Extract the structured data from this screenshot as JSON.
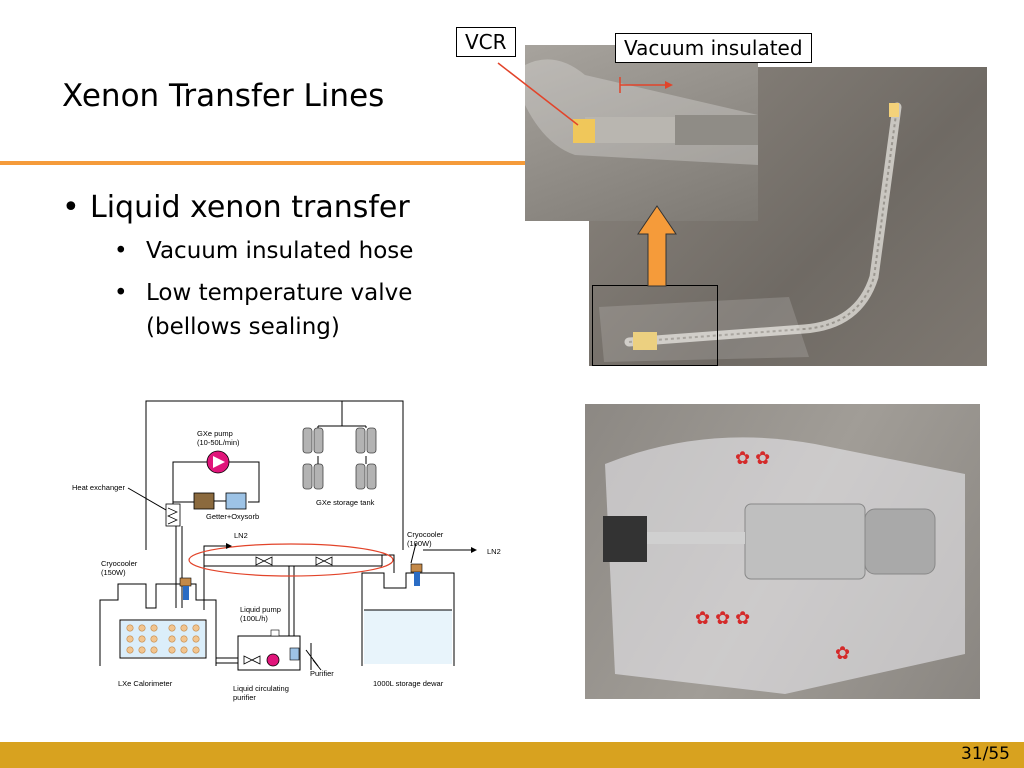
{
  "slide": {
    "title": "Xenon Transfer Lines",
    "page": "31/55"
  },
  "bullets": {
    "main": "Liquid xenon transfer",
    "sub": [
      "Vacuum insulated hose",
      "Low temperature valve",
      "(bellows sealing)"
    ],
    "marker": "•"
  },
  "callouts": {
    "vcr": "VCR",
    "vacuum": "Vacuum insulated"
  },
  "diagram": {
    "gxe_pump": "GXe pump",
    "gxe_pump_rate": "(10-50L/min)",
    "heat_exchanger": "Heat exchanger",
    "getter": "Getter+Oxysorb",
    "gxe_tank": "GXe storage tank",
    "cryo_left": "Cryocooler",
    "cryo_left_power": "(150W)",
    "cryo_right": "Cryocooler",
    "cryo_right_power": "(100W)",
    "ln2_left": "LN2",
    "ln2_right": "LN2",
    "liquid_pump": "Liquid pump",
    "liquid_pump_rate": "(100L/h)",
    "purifier": "Purifier",
    "calorimeter": "LXe Calorimeter",
    "circulating_1": "Liquid circulating",
    "circulating_2": "purifier",
    "dewar": "1000L storage dewar"
  },
  "colors": {
    "accent": "#f59b3a",
    "footer": "#d8a21f",
    "pump": "#e0157a",
    "getter": "#8b6a3e",
    "oxysorb": "#9dc3e6",
    "lxe": "#dbeefa",
    "highlight": "#e2442a"
  }
}
